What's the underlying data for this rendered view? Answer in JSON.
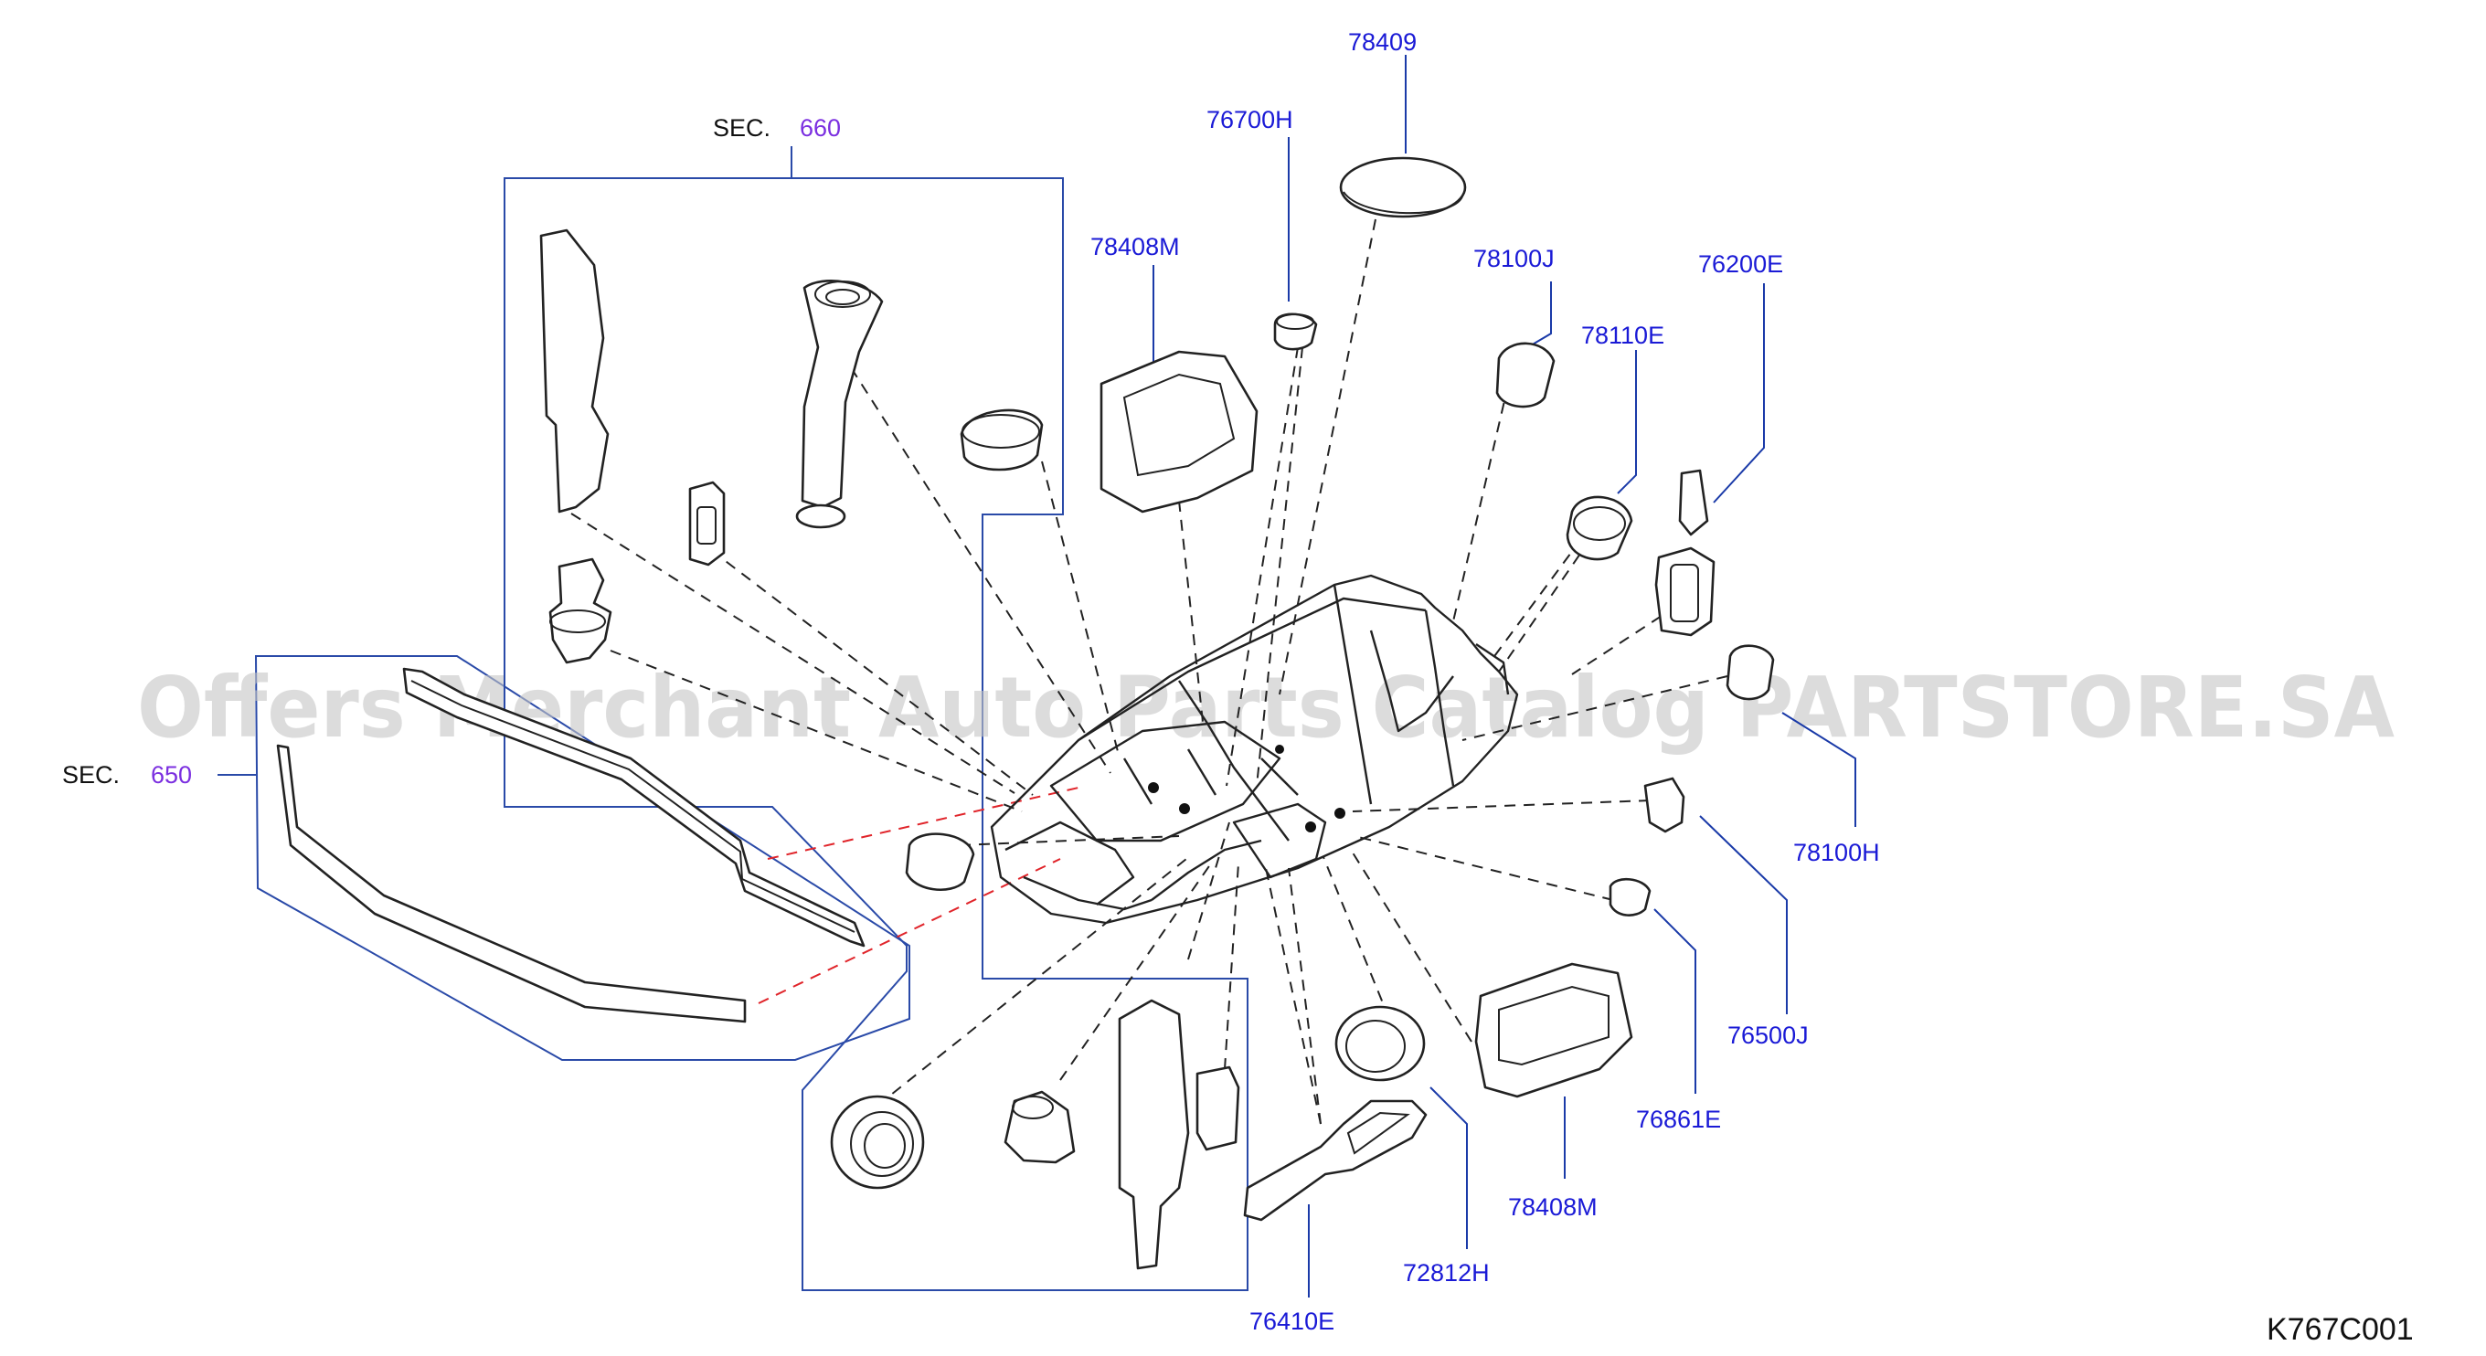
{
  "diagram": {
    "sections": [
      {
        "prefix": "SEC.",
        "number": "660"
      },
      {
        "prefix": "SEC.",
        "number": "650"
      }
    ],
    "part_labels": [
      "78409",
      "76700H",
      "78408M",
      "78100J",
      "76200E",
      "78110E",
      "78100H",
      "76500J",
      "76861E",
      "78408M",
      "72812H",
      "76410E"
    ],
    "drawing_code": "K767C001",
    "watermark": "Offers Merchant Auto Parts Catalog PARTSTORE.SA",
    "colors": {
      "label_blue": "#1a1ad6",
      "section_purple": "#7b2fe0",
      "leader_blue": "#1a3aa8",
      "red_dash": "#e0242a"
    }
  }
}
